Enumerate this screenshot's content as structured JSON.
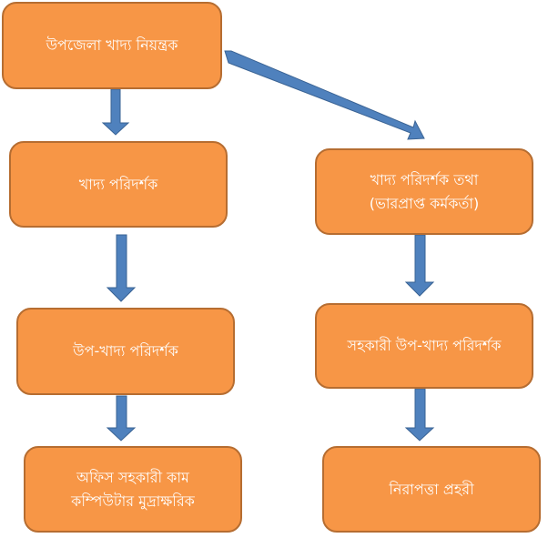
{
  "colors": {
    "box_fill": "#F79646",
    "box_border": "#B66D31",
    "arrow_fill": "#4F81BD",
    "arrow_stroke": "#3A6394"
  },
  "nodes": {
    "controller": "উপজেলা খাদ্য নিয়ন্ত্রক",
    "inspector": "খাদ্য পরিদর্শক",
    "inspector_incharge_line1": "খাদ্য পরিদর্শক তথা",
    "inspector_incharge_line2": "(ভারপ্রাপ্ত কর্মকর্তা)",
    "sub_inspector": "উপ-খাদ্য পরিদর্শক",
    "assistant_sub_inspector": "সহকারী উপ-খাদ্য পরিদর্শক",
    "office_assistant_line1": "অফিস সহকারী কাম",
    "office_assistant_line2": "কম্পিউটার মুদ্রাক্ষরিক",
    "security_guard": "নিরাপত্তা প্রহরী"
  }
}
